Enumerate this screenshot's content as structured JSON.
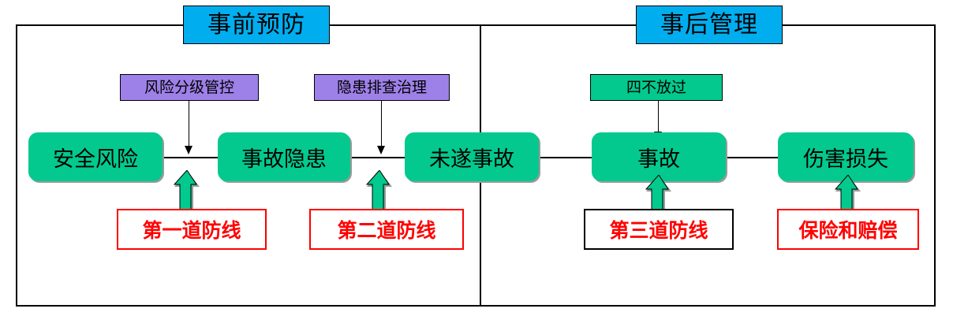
{
  "diagram": {
    "title_boxes": [
      {
        "id": "pre-prevention",
        "label": "事前预防"
      },
      {
        "id": "post-management",
        "label": "事后管理"
      }
    ],
    "control_boxes": [
      {
        "id": "risk-grading-control",
        "label": "风险分级管控",
        "color": "#9D80E8"
      },
      {
        "id": "hazard-investigation",
        "label": "隐患排查治理",
        "color": "#9D80E8"
      },
      {
        "id": "four-no-pass",
        "label": "四不放过",
        "color": "#03C98E"
      }
    ],
    "stages": [
      {
        "id": "safety-risk",
        "label": "安全风险"
      },
      {
        "id": "accident-hazard",
        "label": "事故隐患"
      },
      {
        "id": "near-miss",
        "label": "未遂事故"
      },
      {
        "id": "accident",
        "label": "事故"
      },
      {
        "id": "injury-loss",
        "label": "伤害损失"
      }
    ],
    "defense_lines": [
      {
        "id": "first-defense-line",
        "label": "第一道防线",
        "border": "#FF0000"
      },
      {
        "id": "second-defense-line",
        "label": "第二道防线",
        "border": "#FF0000"
      },
      {
        "id": "third-defense-line",
        "label": "第三道防线",
        "border": "#000000"
      },
      {
        "id": "insurance-compensation",
        "label": "保险和赔偿",
        "border": "#FF0000"
      }
    ],
    "colors": {
      "title_blue": "#00AEEF",
      "control_purple": "#9D80E8",
      "stage_green": "#03C98E",
      "defense_red": "#FF0000",
      "frame_black": "#000000"
    }
  }
}
